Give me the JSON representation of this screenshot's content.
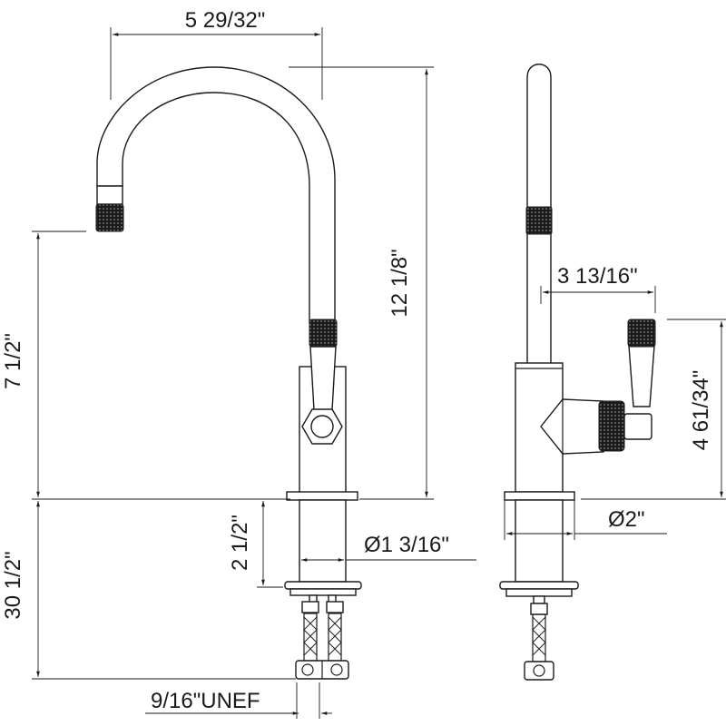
{
  "dimensions": {
    "spout_reach": "5 29/32\"",
    "total_height": "12 1/8\"",
    "spout_outlet_height": "7 1/2\"",
    "handle_reach": "3 13/16\"",
    "handle_height": "4 61/34\"",
    "base_shank_height": "2 1/2\"",
    "shank_diameter": "Ø1 3/16\"",
    "base_diameter": "Ø2\"",
    "hose_length": "30 1/2\"",
    "connection_thread": "9/16\"UNEF"
  },
  "colors": {
    "line": "#1a1a1a",
    "knurl": "#1b1b1b",
    "background": "#ffffff"
  }
}
